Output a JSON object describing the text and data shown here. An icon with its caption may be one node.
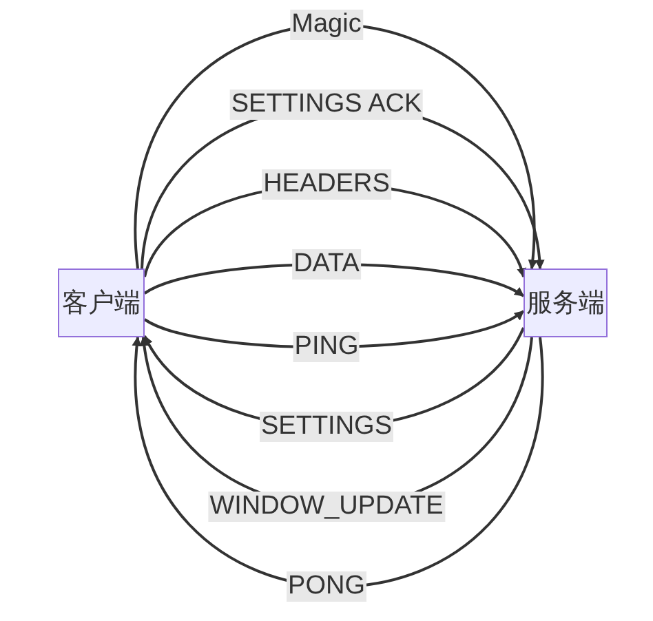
{
  "diagram": {
    "nodes": [
      {
        "text": [
          "客户端"
        ]
      },
      {
        "text": [
          "服务端"
        ]
      }
    ],
    "edges": [
      {
        "from": 0,
        "to": 1,
        "arrow": "to",
        "label": "Magic"
      },
      {
        "from": 0,
        "to": 1,
        "arrow": "to",
        "label": "SETTINGS ACK"
      },
      {
        "from": 0,
        "to": 1,
        "arrow": "to",
        "label": "HEADERS"
      },
      {
        "from": 0,
        "to": 1,
        "arrow": "to",
        "label": "DATA"
      },
      {
        "from": 0,
        "to": 1,
        "arrow": "to",
        "label": "PING"
      },
      {
        "from": 1,
        "to": 0,
        "arrow": "to",
        "label": "SETTINGS"
      },
      {
        "from": 1,
        "to": 0,
        "arrow": "to",
        "label": "WINDOW_UPDATE"
      },
      {
        "from": 1,
        "to": 0,
        "arrow": "to",
        "label": "PONG"
      }
    ]
  }
}
